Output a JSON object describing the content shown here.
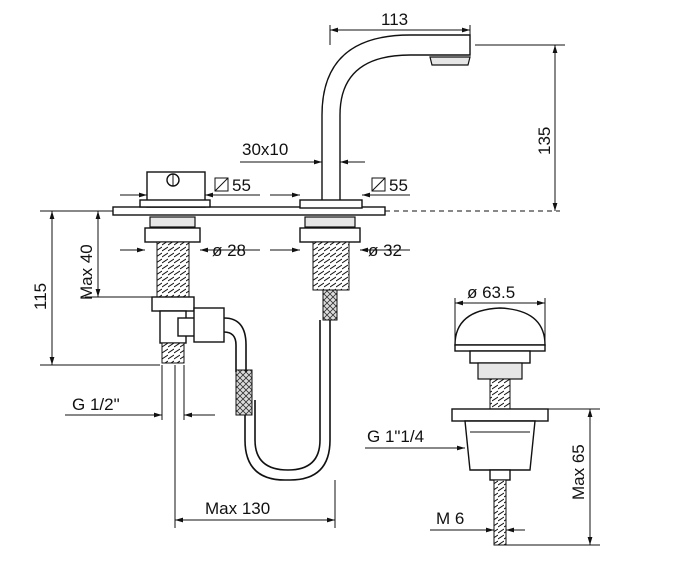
{
  "dimensions": {
    "spout_reach": "113",
    "spout_height": "135",
    "spout_section": "30x10",
    "handle_square": "55",
    "spout_square": "55",
    "handle_shank_diameter": "ø 28",
    "spout_shank_diameter": "ø 32",
    "total_depth": "115",
    "max_thickness": "Max 40",
    "inlet_thread": "G 1/2\"",
    "max_distance": "Max 130",
    "waste_cap_diameter": "ø 63.5",
    "waste_thread": "G 1\"1/4",
    "waste_max_height": "Max 65",
    "waste_rod_thread": "M 6"
  }
}
